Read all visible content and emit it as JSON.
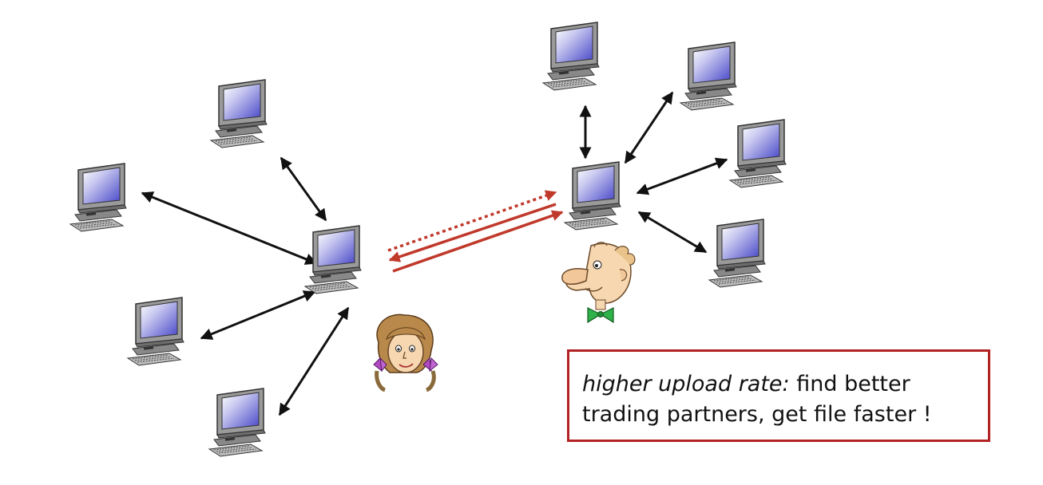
{
  "caption": {
    "emphasis": "higher upload rate:",
    "line1_rest": " find better",
    "line2": "trading partners, get file faster !"
  },
  "colors": {
    "link": "#111111",
    "exchange": "#c0392b",
    "screen_light": "#ffffff",
    "screen_dark": "#4646c8",
    "caption_border": "#b22222"
  },
  "icons": {
    "computer": "desktop-computer-icon",
    "woman": "alice-cartoon-icon",
    "man": "bob-cartoon-icon"
  }
}
